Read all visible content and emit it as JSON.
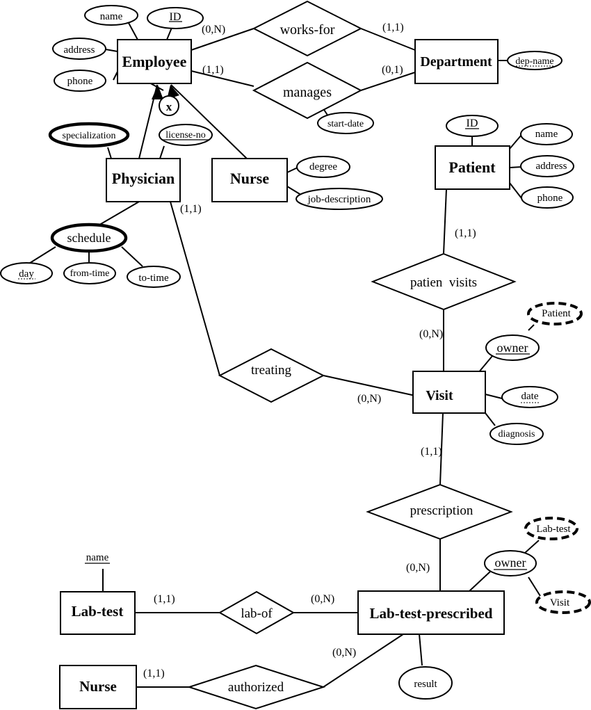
{
  "entities": {
    "employee": "Employee",
    "department": "Department",
    "physician": "Physician",
    "nurse": "Nurse",
    "patient": "Patient",
    "visit": "Visit",
    "lab_test": "Lab-test",
    "lab_test_prescribed": "Lab-test-prescribed",
    "nurse2": "Nurse"
  },
  "relationships": {
    "works_for": "works-for",
    "manages": "manages",
    "patient_visits": "patien  visits",
    "treating": "treating",
    "prescription": "prescription",
    "lab_of": "lab-of",
    "authorized": "authorized"
  },
  "specialization_symbol": "x",
  "attributes": {
    "emp_name": "name",
    "emp_id": "ID",
    "emp_address": "address",
    "emp_phone": "phone",
    "dep_name": "dep-name",
    "start_date": "start-date",
    "specialization": "specialization",
    "license_no": "license-no",
    "degree": "degree",
    "job_description": "job-description",
    "schedule": "schedule",
    "day": "day",
    "from_time": "from-time",
    "to_time": "to-time",
    "pat_id": "ID",
    "pat_name": "name",
    "pat_address": "address",
    "pat_phone": "phone",
    "visit_owner": "owner",
    "visit_owner_patient": "Patient",
    "visit_date": "date",
    "diagnosis": "diagnosis",
    "lab_name": "name",
    "ltp_owner": "owner",
    "ltp_owner_labtest": "Lab-test",
    "ltp_owner_visit": "Visit",
    "result": "result"
  },
  "cardinalities": {
    "emp_works_for": "(0,N)",
    "dep_works_for": "(1,1)",
    "emp_manages": "(1,1)",
    "dep_manages": "(0,1)",
    "physician_treating": "(1,1)",
    "patient_visits": "(1,1)",
    "visit_patient_visits": "(0,N)",
    "visit_treating": "(0,N)",
    "visit_prescription": "(1,1)",
    "ltp_prescription": "(0,N)",
    "labtest_lab_of": "(1,1)",
    "ltp_lab_of": "(0,N)",
    "ltp_authorized": "(0,N)",
    "nurse_authorized": "(1,1)"
  }
}
